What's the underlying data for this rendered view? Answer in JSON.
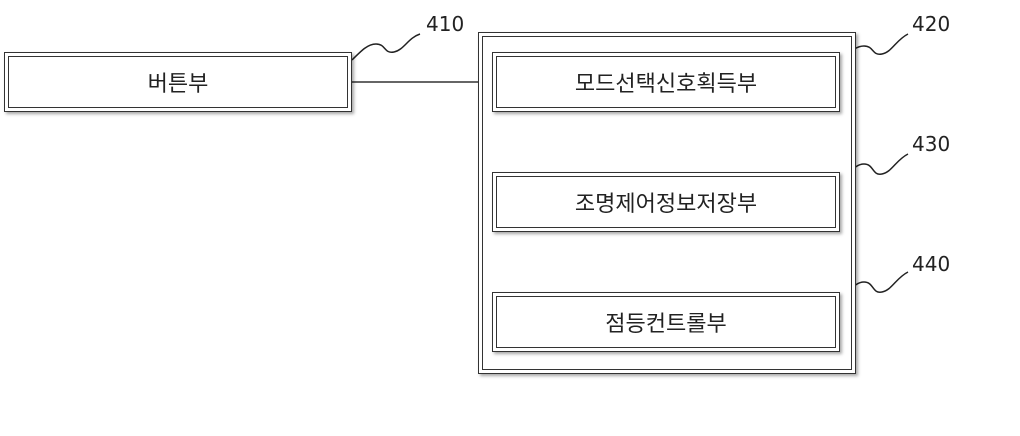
{
  "blocks": {
    "button": {
      "label": "버튼부",
      "ref": "410"
    },
    "container": {
      "ref": ""
    },
    "mode_select": {
      "label": "모드선택신호획득부",
      "ref": "420"
    },
    "lighting_store": {
      "label": "조명제어정보저장부",
      "ref": "430"
    },
    "lighting_control": {
      "label": "점등컨트롤부",
      "ref": "440"
    }
  }
}
